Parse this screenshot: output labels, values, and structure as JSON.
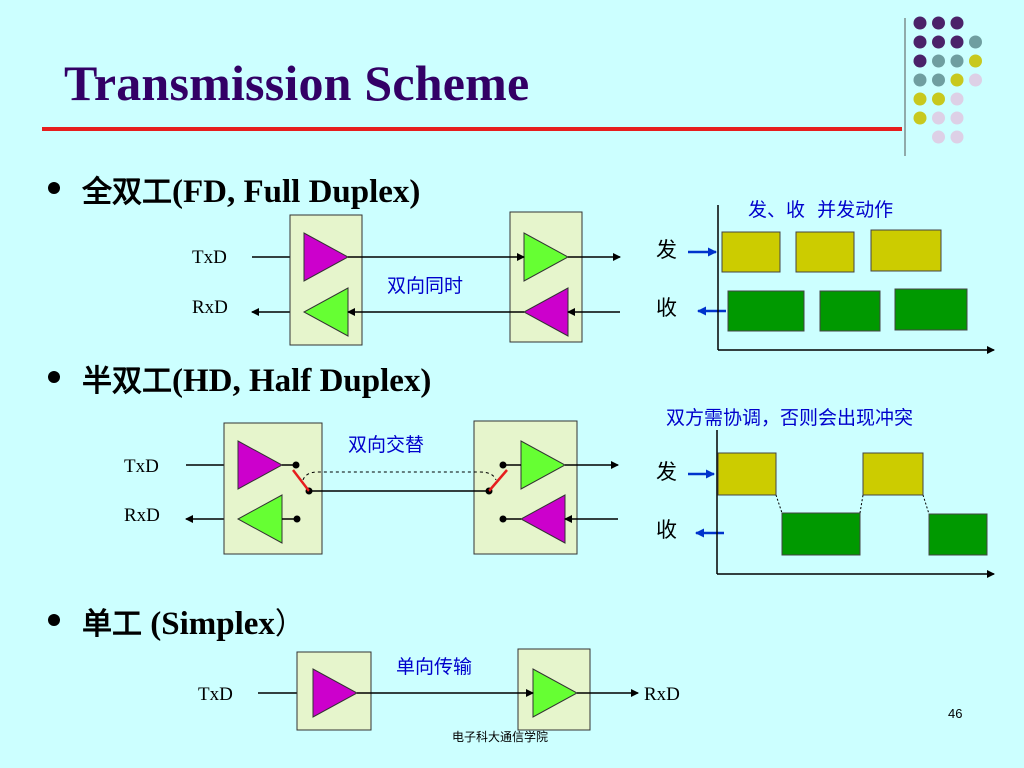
{
  "slide": {
    "title": "Transmission Scheme",
    "page_number": "46",
    "footer": "电子科大通信学院",
    "title_color": "#330066",
    "rule_color": "#E61E1E",
    "background": "#CCFFFF"
  },
  "sections": [
    {
      "id": "full-duplex",
      "bullet_cjk": "全双工",
      "bullet_en": "(FD, Full Duplex)",
      "txd_label": "TxD",
      "rxd_label": "RxD",
      "channel_label": "双向同时",
      "timing_caption": "发、收  并发动作",
      "send_label": "发",
      "recv_label": "收"
    },
    {
      "id": "half-duplex",
      "bullet_cjk": "半双工",
      "bullet_en": "(HD, Half Duplex)",
      "txd_label": "TxD",
      "rxd_label": "RxD",
      "channel_label": "双向交替",
      "timing_caption": "双方需协调，否则会出现冲突",
      "send_label": "发",
      "recv_label": "收"
    },
    {
      "id": "simplex",
      "bullet_cjk": "单工",
      "bullet_en": " (Simplex",
      "bullet_close": "）",
      "txd_label": "TxD",
      "rxd_label": "RxD",
      "channel_label": "单向传输"
    }
  ],
  "colors": {
    "transmitter": "#CC00CC",
    "receiver": "#66FF33",
    "station_box": "#E6F5CC",
    "send_block": "#CCCC00",
    "recv_block": "#009900",
    "label_blue": "#0000CC",
    "arrow_blue": "#0033CC",
    "switch_red": "#E61E1E"
  }
}
